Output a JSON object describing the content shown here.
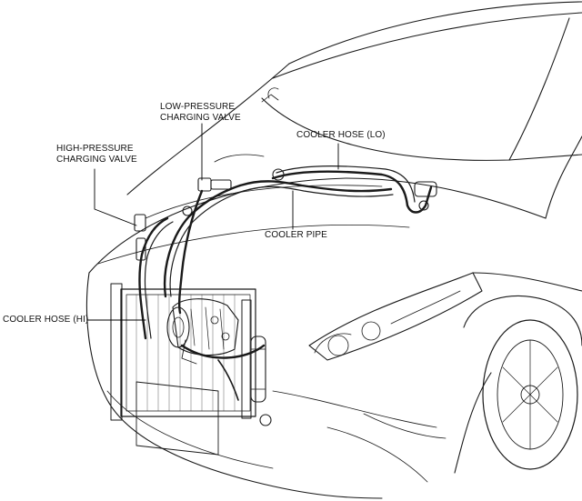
{
  "labels": {
    "low_pressure_valve": {
      "line1": "LOW-PRESSURE",
      "line2": "CHARGING VALVE"
    },
    "high_pressure_valve": {
      "line1": "HIGH-PRESSURE",
      "line2": "CHARGING VALVE"
    },
    "cooler_hose_lo": "COOLER HOSE (LO)",
    "cooler_pipe": "COOLER PIPE",
    "cooler_hose_hi": "COOLER HOSE (HI)"
  },
  "colors": {
    "ink": "#111111",
    "paper": "#ffffff"
  }
}
